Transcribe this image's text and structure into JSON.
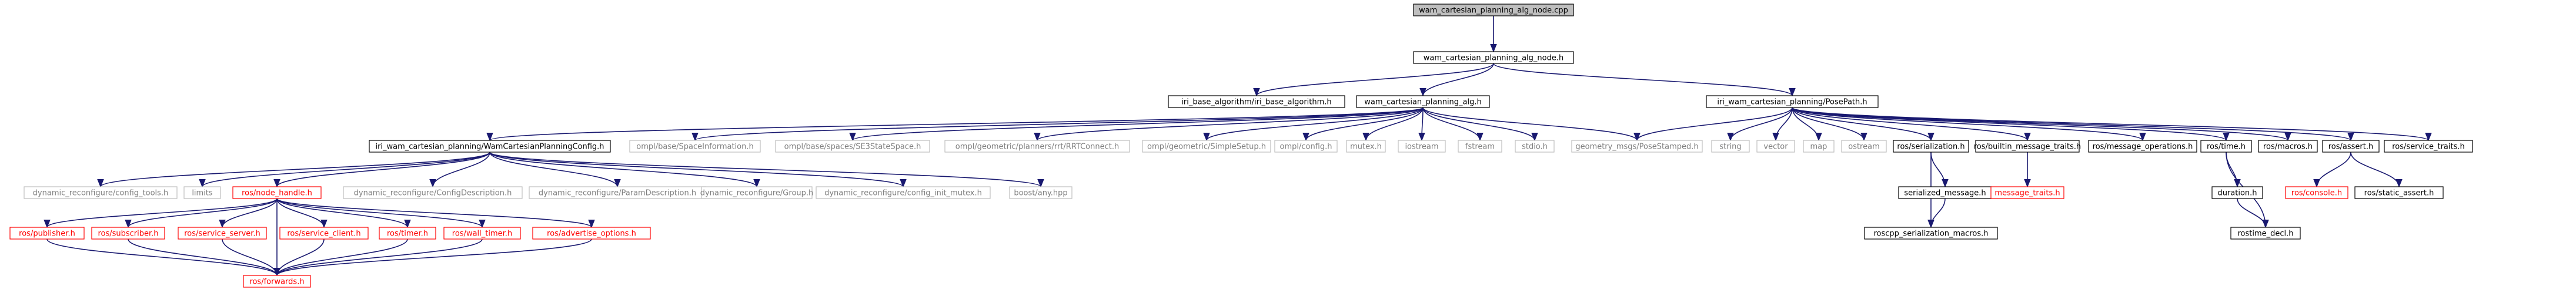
{
  "colors": {
    "edge": "#191970",
    "root_fill": "#bfbfbf",
    "normal_border": "#000000",
    "missing_border": "#bfbfbf",
    "missing_text": "#7f7f7f",
    "red_border": "#ff0000",
    "red_text": "#ff0000"
  },
  "nodes": [
    {
      "id": "root",
      "label": "wam_cartesian_planning_alg_node.cpp",
      "style": "root"
    },
    {
      "id": "alg_node_h",
      "label": "wam_cartesian_planning_alg_node.h",
      "style": "normal"
    },
    {
      "id": "iri_base_alg",
      "label": "iri_base_algorithm/iri_base_algorithm.h",
      "style": "normal"
    },
    {
      "id": "alg_h",
      "label": "wam_cartesian_planning_alg.h",
      "style": "normal"
    },
    {
      "id": "posepath_h",
      "label": "iri_wam_cartesian_planning/PosePath.h",
      "style": "normal"
    },
    {
      "id": "config_h",
      "label": "iri_wam_cartesian_planning/WamCartesianPlanningConfig.h",
      "style": "normal"
    },
    {
      "id": "ompl_space_info",
      "label": "ompl/base/SpaceInformation.h",
      "style": "missing"
    },
    {
      "id": "ompl_se3",
      "label": "ompl/base/spaces/SE3StateSpace.h",
      "style": "missing"
    },
    {
      "id": "ompl_rrt",
      "label": "ompl/geometric/planners/rrt/RRTConnect.h",
      "style": "missing"
    },
    {
      "id": "ompl_simple",
      "label": "ompl/geometric/SimpleSetup.h",
      "style": "missing"
    },
    {
      "id": "ompl_config",
      "label": "ompl/config.h",
      "style": "missing"
    },
    {
      "id": "mutex",
      "label": "mutex.h",
      "style": "missing"
    },
    {
      "id": "iostream",
      "label": "iostream",
      "style": "missing"
    },
    {
      "id": "fstream",
      "label": "fstream",
      "style": "missing"
    },
    {
      "id": "stdio",
      "label": "stdio.h",
      "style": "missing"
    },
    {
      "id": "pose_stamped",
      "label": "geometry_msgs/PoseStamped.h",
      "style": "missing"
    },
    {
      "id": "string",
      "label": "string",
      "style": "missing"
    },
    {
      "id": "vector",
      "label": "vector",
      "style": "missing"
    },
    {
      "id": "map",
      "label": "map",
      "style": "missing"
    },
    {
      "id": "ostream",
      "label": "ostream",
      "style": "missing"
    },
    {
      "id": "ros_serialization",
      "label": "ros/serialization.h",
      "style": "normal"
    },
    {
      "id": "ros_builtin",
      "label": "ros/builtin_message_traits.h",
      "style": "normal"
    },
    {
      "id": "ros_msg_ops",
      "label": "ros/message_operations.h",
      "style": "normal"
    },
    {
      "id": "ros_time",
      "label": "ros/time.h",
      "style": "normal"
    },
    {
      "id": "ros_macros",
      "label": "ros/macros.h",
      "style": "normal"
    },
    {
      "id": "ros_assert",
      "label": "ros/assert.h",
      "style": "normal"
    },
    {
      "id": "ros_service_traits",
      "label": "ros/service_traits.h",
      "style": "normal"
    },
    {
      "id": "dr_config_tools",
      "label": "dynamic_reconfigure/config_tools.h",
      "style": "missing"
    },
    {
      "id": "limits",
      "label": "limits",
      "style": "missing"
    },
    {
      "id": "ros_node_handle",
      "label": "ros/node_handle.h",
      "style": "red"
    },
    {
      "id": "dr_config_desc",
      "label": "dynamic_reconfigure/ConfigDescription.h",
      "style": "missing"
    },
    {
      "id": "dr_param_desc",
      "label": "dynamic_reconfigure/ParamDescription.h",
      "style": "missing"
    },
    {
      "id": "dr_group",
      "label": "dynamic_reconfigure/Group.h",
      "style": "missing"
    },
    {
      "id": "dr_config_init_mutex",
      "label": "dynamic_reconfigure/config_init_mutex.h",
      "style": "missing"
    },
    {
      "id": "boost_any",
      "label": "boost/any.hpp",
      "style": "missing"
    },
    {
      "id": "serialized_message",
      "label": "serialized_message.h",
      "style": "normal"
    },
    {
      "id": "message_traits",
      "label": "message_traits.h",
      "style": "red"
    },
    {
      "id": "duration",
      "label": "duration.h",
      "style": "normal"
    },
    {
      "id": "ros_console",
      "label": "ros/console.h",
      "style": "red"
    },
    {
      "id": "ros_static_assert",
      "label": "ros/static_assert.h",
      "style": "normal"
    },
    {
      "id": "ros_publisher",
      "label": "ros/publisher.h",
      "style": "red"
    },
    {
      "id": "ros_subscriber",
      "label": "ros/subscriber.h",
      "style": "red"
    },
    {
      "id": "ros_service_server",
      "label": "ros/service_server.h",
      "style": "red"
    },
    {
      "id": "ros_service_client",
      "label": "ros/service_client.h",
      "style": "red"
    },
    {
      "id": "ros_timer",
      "label": "ros/timer.h",
      "style": "red"
    },
    {
      "id": "ros_wall_timer",
      "label": "ros/wall_timer.h",
      "style": "red"
    },
    {
      "id": "ros_advertise_options",
      "label": "ros/advertise_options.h",
      "style": "red"
    },
    {
      "id": "roscpp_ser_macros",
      "label": "roscpp_serialization_macros.h",
      "style": "normal"
    },
    {
      "id": "rostime_decl",
      "label": "rostime_decl.h",
      "style": "normal"
    },
    {
      "id": "ros_forwards",
      "label": "ros/forwards.h",
      "style": "red"
    }
  ],
  "edges": [
    [
      "root",
      "alg_node_h"
    ],
    [
      "alg_node_h",
      "iri_base_alg"
    ],
    [
      "alg_node_h",
      "alg_h"
    ],
    [
      "alg_node_h",
      "posepath_h"
    ],
    [
      "alg_h",
      "config_h"
    ],
    [
      "alg_h",
      "ompl_space_info"
    ],
    [
      "alg_h",
      "ompl_se3"
    ],
    [
      "alg_h",
      "ompl_rrt"
    ],
    [
      "alg_h",
      "ompl_simple"
    ],
    [
      "alg_h",
      "ompl_config"
    ],
    [
      "alg_h",
      "mutex"
    ],
    [
      "alg_h",
      "iostream"
    ],
    [
      "alg_h",
      "fstream"
    ],
    [
      "alg_h",
      "stdio"
    ],
    [
      "alg_h",
      "pose_stamped"
    ],
    [
      "posepath_h",
      "pose_stamped"
    ],
    [
      "posepath_h",
      "string"
    ],
    [
      "posepath_h",
      "vector"
    ],
    [
      "posepath_h",
      "map"
    ],
    [
      "posepath_h",
      "ostream"
    ],
    [
      "posepath_h",
      "ros_serialization"
    ],
    [
      "posepath_h",
      "ros_builtin"
    ],
    [
      "posepath_h",
      "ros_msg_ops"
    ],
    [
      "posepath_h",
      "ros_time"
    ],
    [
      "posepath_h",
      "ros_macros"
    ],
    [
      "posepath_h",
      "ros_assert"
    ],
    [
      "posepath_h",
      "ros_service_traits"
    ],
    [
      "config_h",
      "dr_config_tools"
    ],
    [
      "config_h",
      "limits"
    ],
    [
      "config_h",
      "ros_node_handle"
    ],
    [
      "config_h",
      "dr_config_desc"
    ],
    [
      "config_h",
      "dr_param_desc"
    ],
    [
      "config_h",
      "dr_group"
    ],
    [
      "config_h",
      "dr_config_init_mutex"
    ],
    [
      "config_h",
      "boost_any"
    ],
    [
      "ros_serialization",
      "serialized_message"
    ],
    [
      "ros_serialization",
      "roscpp_ser_macros"
    ],
    [
      "serialized_message",
      "roscpp_ser_macros"
    ],
    [
      "ros_builtin",
      "message_traits"
    ],
    [
      "ros_time",
      "duration"
    ],
    [
      "ros_time",
      "rostime_decl"
    ],
    [
      "duration",
      "rostime_decl"
    ],
    [
      "ros_assert",
      "ros_console"
    ],
    [
      "ros_assert",
      "ros_static_assert"
    ],
    [
      "ros_node_handle",
      "ros_forwards"
    ],
    [
      "ros_node_handle",
      "ros_publisher"
    ],
    [
      "ros_node_handle",
      "ros_subscriber"
    ],
    [
      "ros_node_handle",
      "ros_service_server"
    ],
    [
      "ros_node_handle",
      "ros_service_client"
    ],
    [
      "ros_node_handle",
      "ros_timer"
    ],
    [
      "ros_node_handle",
      "ros_wall_timer"
    ],
    [
      "ros_node_handle",
      "ros_advertise_options"
    ],
    [
      "ros_publisher",
      "ros_forwards"
    ],
    [
      "ros_subscriber",
      "ros_forwards"
    ],
    [
      "ros_service_server",
      "ros_forwards"
    ],
    [
      "ros_service_client",
      "ros_forwards"
    ],
    [
      "ros_timer",
      "ros_forwards"
    ],
    [
      "ros_wall_timer",
      "ros_forwards"
    ],
    [
      "ros_advertise_options",
      "ros_forwards"
    ]
  ]
}
